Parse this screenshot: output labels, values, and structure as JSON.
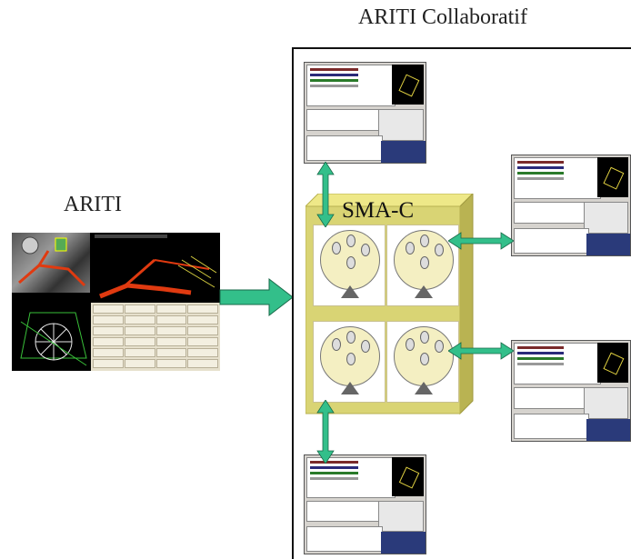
{
  "titles": {
    "collab": "ARITI Collaboratif",
    "ariti": "ARITI",
    "sma": "SMA-C"
  },
  "colors": {
    "arrow_green": "#33bf8a",
    "sma_box": "#d9d474",
    "agent_circle": "#f4efc2",
    "arm_red": "#e03a10"
  },
  "ariti_panel": {
    "header": "",
    "buttons": [
      "",
      "",
      "",
      "",
      "",
      "",
      "",
      "",
      "",
      "",
      "",
      "",
      "",
      "",
      "",
      "",
      "",
      "",
      "",
      "",
      "",
      "",
      "",
      ""
    ]
  }
}
